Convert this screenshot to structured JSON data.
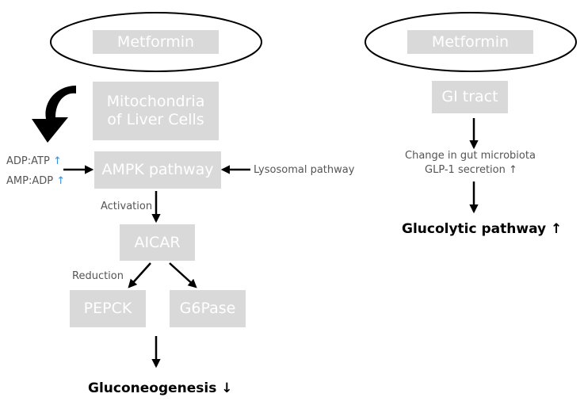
{
  "left": {
    "top_box": "Metformin",
    "mito": "Mitochondria of Liver Cells",
    "ampk": "AMPK pathway",
    "ratio1": "ADP:ATP",
    "ratio2": "AMP:ADP",
    "lyso": "Lysosomal pathway",
    "activation": "Activation",
    "aicar": "AICAR",
    "reduction": "Reduction",
    "pepck": "PEPCK",
    "g6pase": "G6Pase",
    "outcome": "Gluconeogenesis"
  },
  "right": {
    "top_box": "Metformin",
    "gi": "GI tract",
    "change1": "Change in gut microbiota",
    "change2": "GLP-1 secretion",
    "outcome": "Glucolytic pathway"
  },
  "arrows": {
    "up": "↑",
    "down": "↓"
  },
  "colors": {
    "box_fill": "#d9d9d9",
    "box_text": "#ffffff",
    "label_text": "#555555",
    "up_arrow_color": "#3a8fd6"
  }
}
